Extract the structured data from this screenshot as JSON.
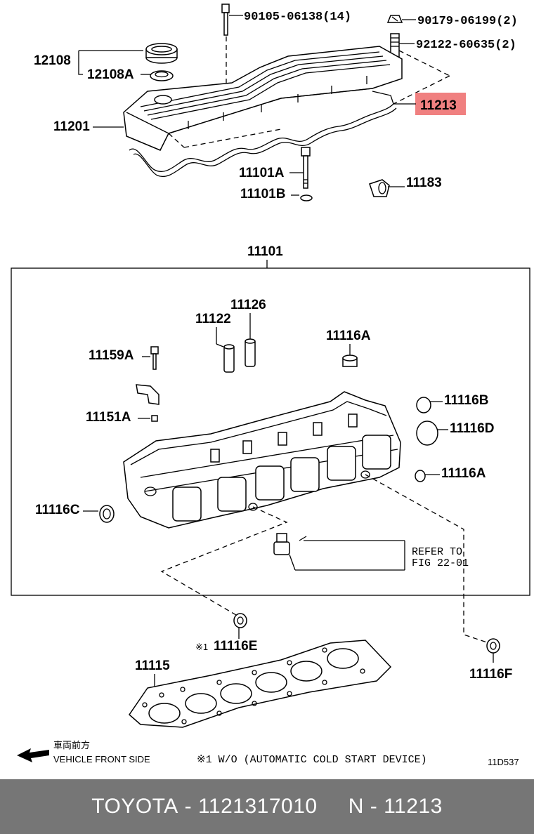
{
  "diagram": {
    "labels": {
      "bolt_90105": "90105-06138(14)",
      "nut_90179": "90179-06199(2)",
      "stud_92122": "92122-60635(2)",
      "cap_12108": "12108",
      "gasket_12108A": "12108A",
      "highlight_11213": "11213",
      "cover_11201": "11201",
      "bolt_11101A": "11101A",
      "washer_11101B": "11101B",
      "plug_11183": "11183",
      "assy_11101": "11101",
      "guide_11126": "11126",
      "guide_11122": "11122",
      "plug_11116A_top": "11116A",
      "bolt_11159A": "11159A",
      "plug_11116B": "11116B",
      "bracket_11151A": "11151A",
      "plug_11116D": "11116D",
      "plug_11116A_side": "11116A",
      "plug_11116C": "11116C",
      "refer_line1": "REFER TO",
      "refer_line2": "FIG 22-01",
      "plug_11116E": "11116E",
      "note_marker": "※1",
      "gasket_11115": "11115",
      "plug_11116F": "11116F",
      "front_jp": "車両前方",
      "front_en": "VEHICLE FRONT SIDE",
      "note_text": "※1 W/O (AUTOMATIC COLD START DEVICE)",
      "figure_code": "11D537"
    },
    "highlight_color": "#f08080"
  },
  "footer": {
    "brand": "TOYOTA",
    "sep1": " - ",
    "part_number": "1121317010",
    "gap": "     ",
    "prefix": "N",
    "sep2": " - ",
    "ref": "11213"
  }
}
